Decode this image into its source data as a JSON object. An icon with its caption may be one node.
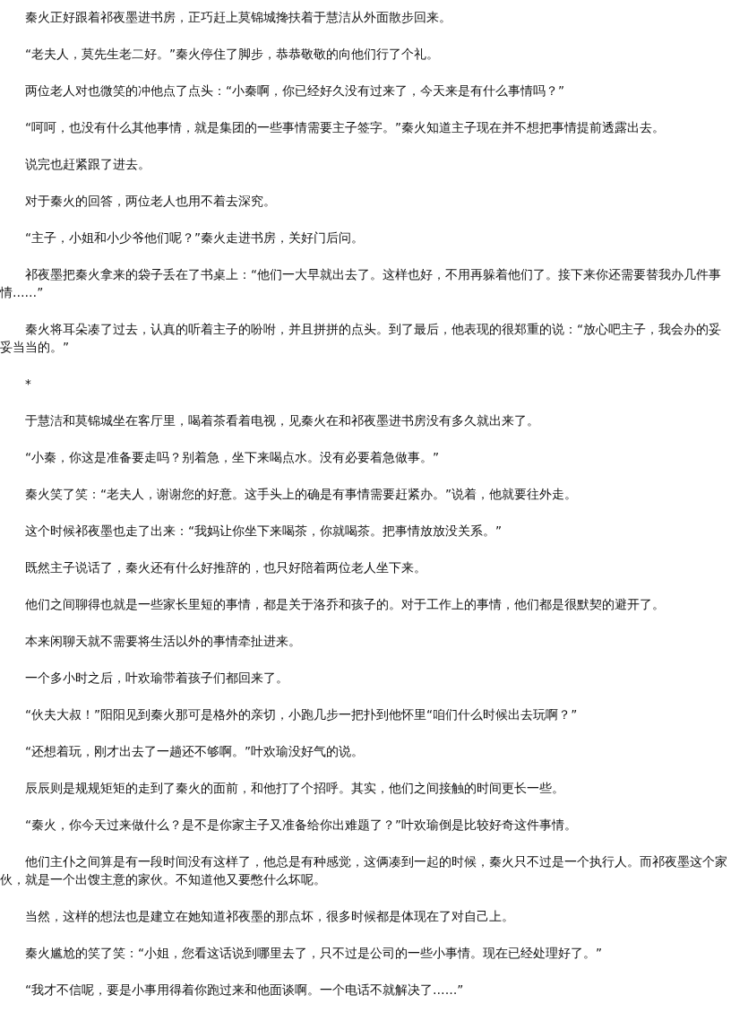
{
  "diagram": {
    "labels": [
      "秦火正好跟着祁夜墨进书房，正巧赶上莫锦城搀扶着于慧洁从外面散步回来。",
      "“老夫人，莫先生老二好。”秦火停住了脚步，恭恭敬敬的向他们行了个礼。",
      "两位老人对也微笑的冲他点了点头：“小秦啊，你已经好久没有过来了，今天来是有什么事情吗？”",
      "“呵呵，也没有什么其他事情，就是集团的一些事情需要主子签字。”秦火知道主子现在并不想把事情提前透露出去。",
      "说完也赶紧跟了进去。",
      "对于秦火的回答，两位老人也用不着去深究。",
      "“主子，小姐和小少爷他们呢？”秦火走进书房，关好门后问。",
      "祁夜墨把秦火拿来的袋子丢在了书桌上：“他们一大早就出去了。这样也好，不用再躲着他们了。接下来你还需要替我办几件事情……”",
      "秦火将耳朵凑了过去，认真的听着主子的吩咐，并且拼拼的点头。到了最后，他表现的很郑重的说：“放心吧主子，我会办的妥妥当当的。”",
      "*",
      "于慧洁和莫锦城坐在客厅里，喝着茶看着电视，见秦火在和祁夜墨进书房没有多久就出来了。",
      "“小秦，你这是准备要走吗？别着急，坐下来喝点水。没有必要着急做事。”",
      "秦火笑了笑：“老夫人，谢谢您的好意。这手头上的确是有事情需要赶紧办。”说着，他就要往外走。",
      "这个时候祁夜墨也走了出来：“我妈让你坐下来喝茶，你就喝茶。把事情放放没关系。”",
      "既然主子说话了，秦火还有什么好推辞的，也只好陪着两位老人坐下来。",
      "他们之间聊得也就是一些家长里短的事情，都是关于洛乔和孩子的。对于工作上的事情，他们都是很默契的避开了。",
      "本来闲聊天就不需要将生活以外的事情牵扯进来。",
      "一个多小时之后，叶欢瑜带着孩子们都回来了。",
      "“伙夫大叔！”阳阳见到秦火那可是格外的亲切，小跑几步一把扑到他怀里“咱们什么时候出去玩啊？”",
      "“还想着玩，刚才出去了一趟还不够啊。”叶欢瑜没好气的说。",
      "辰辰则是规规矩矩的走到了秦火的面前，和他打了个招呼。其实，他们之间接触的时间更长一些。",
      "“秦火，你今天过来做什么？是不是你家主子又准备给你出难题了？”叶欢瑜倒是比较好奇这件事情。",
      "他们主仆之间算是有一段时间没有这样了，他总是有种感觉，这俩凑到一起的时候，秦火只不过是一个执行人。而祁夜墨这个家伙，就是一个出馊主意的家伙。不知道他又要憋什么坏呢。",
      "当然，这样的想法也是建立在她知道祁夜墨的那点坏，很多时候都是体现在了对自己上。",
      "秦火尴尬的笑了笑：“小姐，您看这话说到哪里去了，只不过是公司的一些小事情。现在已经处理好了。”",
      "“我才不信呢，要是小事用得着你跑过来和他面谈啊。一个电话不就解决了……”"
    ]
  }
}
